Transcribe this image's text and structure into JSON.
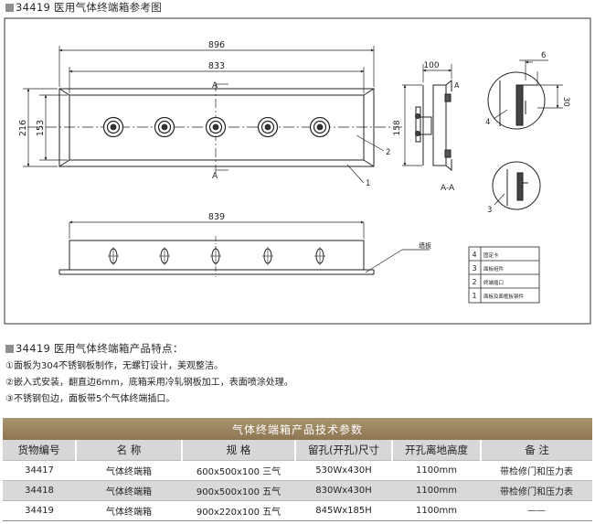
{
  "drawing_title": "34419 医用气体终端箱参考图",
  "drawing": {
    "dims": {
      "overall_width": "896",
      "panel_width": "833",
      "overall_height": "216",
      "panel_height": "153",
      "bottom_width": "839",
      "depth": "100",
      "box_height": "158",
      "flange": "6",
      "lip": "30"
    },
    "section_marks": {
      "a": "A",
      "aa": "A-A"
    },
    "callouts": [
      "1",
      "2",
      "3",
      "4"
    ],
    "wall_label": "墙板",
    "legend": [
      {
        "no": "4",
        "name": "固定卡"
      },
      {
        "no": "3",
        "name": "面板组件"
      },
      {
        "no": "2",
        "name": "终端插口"
      },
      {
        "no": "1",
        "name": "面板及面框板钢件"
      }
    ]
  },
  "features": {
    "title": "34419 医用气体终端箱产品特点：",
    "items": [
      "①面板为304不锈钢板制作，无螺钉设计，美观整洁。",
      "②嵌入式安装，翻直边6mm，底箱采用冷轧钢板加工，表面喷涂处理。",
      "③不锈钢包边，面板带5个气体终端插口。"
    ]
  },
  "spec_table": {
    "caption": "气体终端箱产品技术参数",
    "headers": [
      "货物编号",
      "名  称",
      "规  格",
      "留孔(开孔)尺寸",
      "开孔离地高度",
      "备    注"
    ],
    "rows": [
      [
        "34417",
        "气体终端箱",
        "600x500x100 三气",
        "530Wx430H",
        "1100mm",
        "带检修门和压力表"
      ],
      [
        "34418",
        "气体终端箱",
        "900x500x100 五气",
        "830Wx430H",
        "1100mm",
        "带检修门和压力表"
      ],
      [
        "34419",
        "气体终端箱",
        "900x220x100 五气",
        "845Wx185H",
        "1100mm",
        "——"
      ]
    ]
  }
}
